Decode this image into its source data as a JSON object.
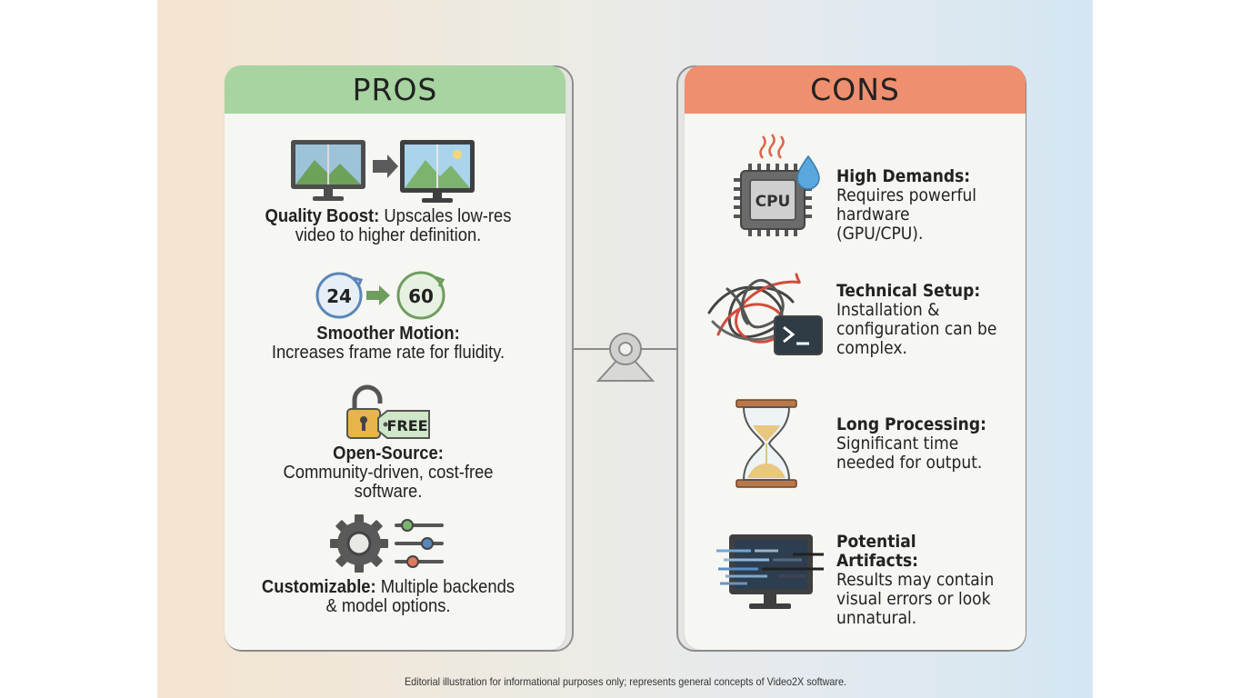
{
  "pros": {
    "title": "PROS",
    "items": [
      {
        "title": "Quality Boost:",
        "desc_inline": " Upscales low-res",
        "desc_line2": "video to higher definition.",
        "icon": "monitor-upscale-icon"
      },
      {
        "title": "Smoother Motion:",
        "desc": "Increases frame rate for fluidity.",
        "icon": "framerate-icon",
        "from_fps": "24",
        "to_fps": "60"
      },
      {
        "title": "Open-Source:",
        "desc": "Community-driven, cost-free software.",
        "icon": "open-lock-icon",
        "tag": "FREE"
      },
      {
        "title": "Customizable:",
        "desc_inline": " Multiple backends",
        "desc_line2": "& model options.",
        "icon": "gear-sliders-icon"
      }
    ]
  },
  "cons": {
    "title": "CONS",
    "items": [
      {
        "title": "High Demands:",
        "desc1": "Requires powerful",
        "desc2": "hardware (GPU/CPU).",
        "desc3": "",
        "icon": "cpu-icon",
        "chip_label": "CPU"
      },
      {
        "title": "Technical Setup:",
        "desc1": "Installation &",
        "desc2": "configuration can be",
        "desc3": "complex.",
        "icon": "tangled-terminal-icon"
      },
      {
        "title": "Long Processing:",
        "desc1": "Significant time",
        "desc2": "needed for output.",
        "desc3": "",
        "icon": "hourglass-icon"
      },
      {
        "title": "Potential Artifacts:",
        "desc1": "Results may contain",
        "desc2": "visual errors or look",
        "desc3": "unnatural.",
        "icon": "glitch-monitor-icon"
      }
    ]
  },
  "footer": "Editorial illustration for informational purposes only; represents general concepts of Video2X software.",
  "colors": {
    "pros_header": "#a7d4a0",
    "cons_header": "#ee8f6f",
    "panel_bg": "#f6f6f2",
    "accent_green": "#7cb36f",
    "accent_blue": "#5a86b8"
  }
}
